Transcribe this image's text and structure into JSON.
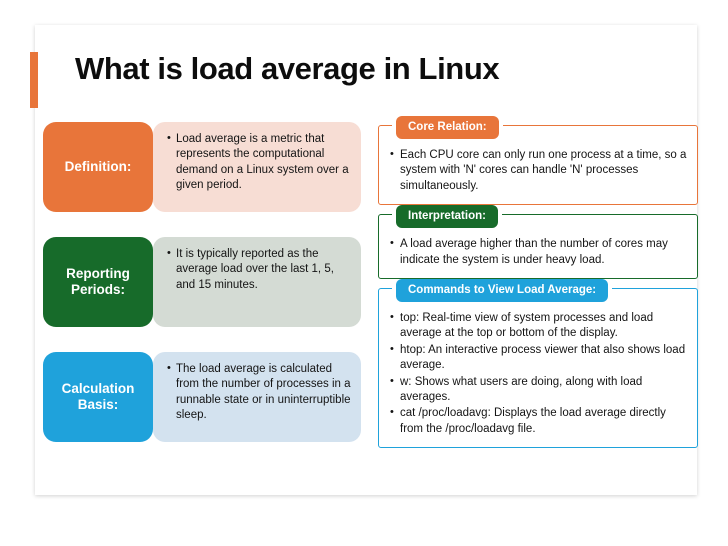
{
  "slide": {
    "title": "What is load average in Linux",
    "accent_color": "#E8753A"
  },
  "left_column": [
    {
      "tag_label": "Definition:",
      "tag_color": "#E8753A",
      "panel_color": "#F7DDD4",
      "bullets": [
        "Load average is a metric that represents the computational demand on a Linux system over a given period."
      ]
    },
    {
      "tag_label": "Reporting Periods:",
      "tag_color": "#176B2A",
      "panel_color": "#D4DBD4",
      "bullets": [
        "It is typically reported as the average load over the last 1, 5, and 15 minutes."
      ]
    },
    {
      "tag_label": "Calculation Basis:",
      "tag_color": "#1FA2DB",
      "panel_color": "#D3E2EF",
      "bullets": [
        "The load average is calculated from the number of processes in a runnable state or in uninterruptible sleep."
      ]
    }
  ],
  "right_column": [
    {
      "label": "Core Relation:",
      "color": "#E8753A",
      "bullets": [
        "Each CPU core can only run one process at a time, so a system with 'N' cores can handle 'N' processes simultaneously."
      ]
    },
    {
      "label": "Interpretation:",
      "color": "#176B2A",
      "bullets": [
        "A load average higher than the number of cores may indicate the system is under heavy load."
      ]
    },
    {
      "label": "Commands to View Load Average:",
      "color": "#1FA2DB",
      "bullets": [
        "top: Real-time view of system processes and load average at the top or bottom of the display.",
        "htop: An interactive process viewer that also shows load average.",
        "w: Shows what users are doing, along with load averages.",
        "cat /proc/loadavg: Displays the load average directly from the /proc/loadavg file."
      ]
    }
  ]
}
